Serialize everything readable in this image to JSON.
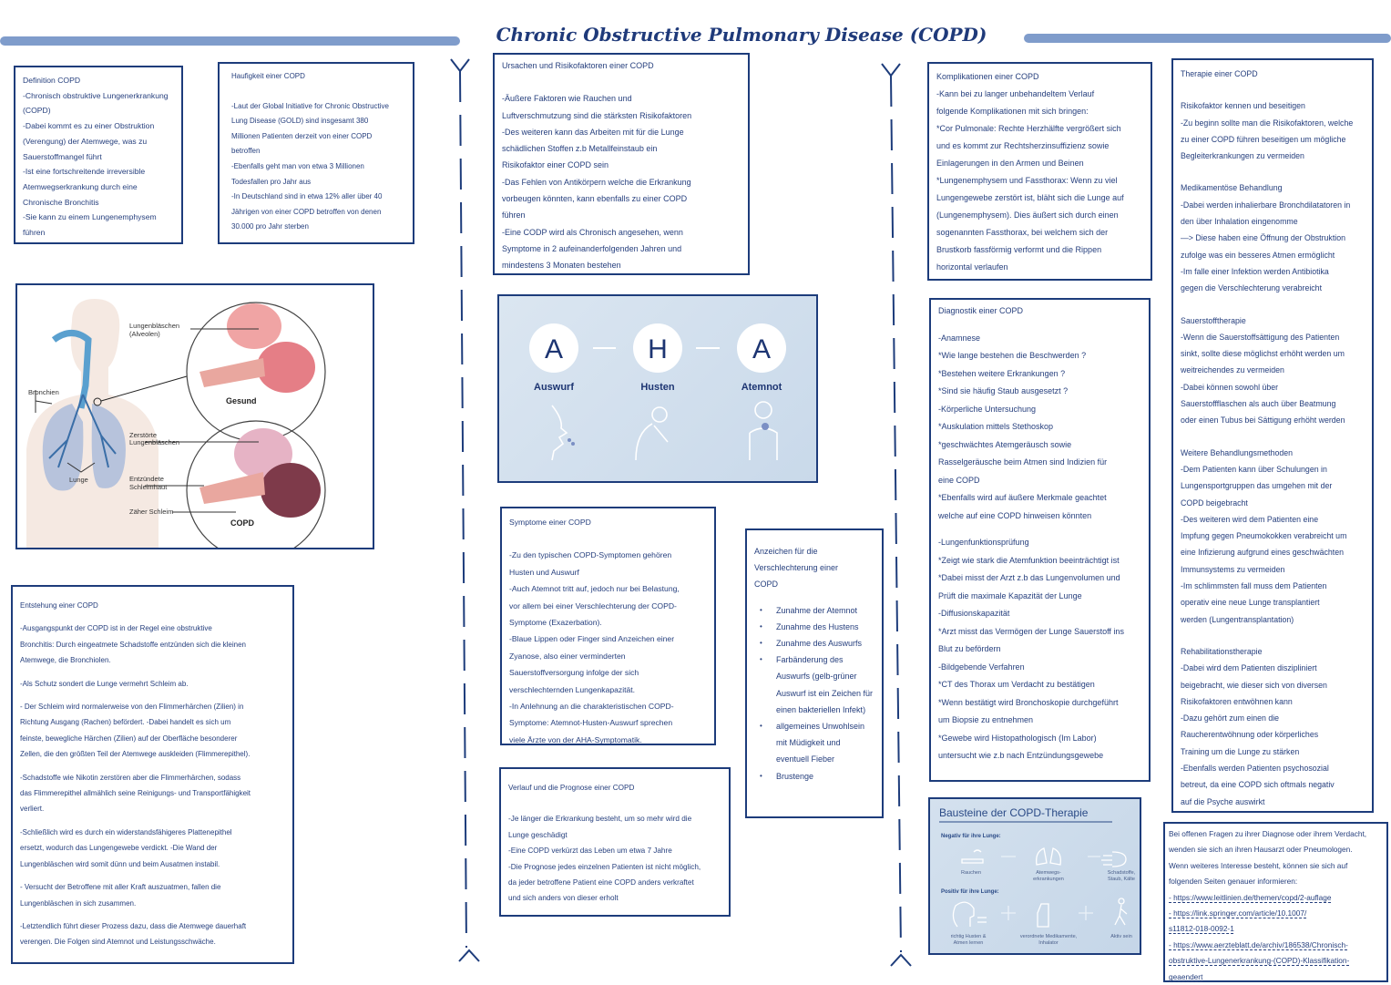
{
  "title": "Chronic Obstructive Pulmonary Disease (COPD)",
  "colors": {
    "accent": "#1d3c7b",
    "text": "#27407e",
    "stripe": "#7f9ccb"
  },
  "boxes": {
    "definition": {
      "paras": [
        [
          "Definition COPD",
          "-Chronisch obstruktive Lungenerkrankung",
          "(COPD)",
          "-Dabei kommt es zu einer Obstruktion",
          "(Verengung) der Atemwege, was zu",
          "Sauerstoffmangel führt",
          "-Ist eine fortschreitende irreversible",
          "Atemwegserkrankung durch eine",
          "Chronische Bronchitis",
          "-Sie kann zu einem Lungenemphysem",
          "führen"
        ]
      ]
    },
    "haeufigkeit": {
      "paras": [
        [
          "Haufigkeit einer COPD"
        ],
        [
          "-Laut der Global Initiative for Chronic Obstructive",
          "Lung Disease (GOLD) sind insgesamt 380",
          "Millionen Patienten derzeit von einer COPD",
          "betroffen",
          "-Ebenfalls geht man von etwa 3 Millionen",
          "Todesfallen pro Jahr aus",
          "-In Deutschland sind in etwa 12% aller über 40",
          "Jährigen von einer COPD betroffen von denen",
          "30.000 pro Jahr sterben"
        ]
      ]
    },
    "entstehung": {
      "paras": [
        [
          "Entstehung einer COPD"
        ],
        [
          "-Ausgangspunkt der COPD ist in der Regel eine obstruktive",
          "Bronchitis: Durch eingeatmete Schadstoffe entzünden sich die kleinen",
          "Atemwege, die Bronchiolen."
        ],
        [
          "-Als Schutz sondert die Lunge vermehrt Schleim ab."
        ],
        [
          "- Der Schleim wird normalerweise von den Flimmerhärchen (Zilien) in",
          "Richtung Ausgang (Rachen) befördert. -Dabei handelt es sich um",
          "feinste, bewegliche Härchen (Zilien) auf der Oberfläche besonderer",
          "Zellen, die den größten Teil der Atemwege auskleiden (Flimmerepithel)."
        ],
        [
          "-Schadstoffe wie Nikotin zerstören aber die Flimmerhärchen, sodass",
          "das Flimmerepithel allmählich seine Reinigungs- und Transportfähigkeit",
          "verliert."
        ],
        [
          "-Schließlich wird es durch ein widerstandsfähigeres Plattenepithel",
          "ersetzt, wodurch das Lungengewebe verdickt. -Die Wand der",
          "Lungenbläschen wird somit dünn und beim Ausatmen instabil."
        ],
        [
          "- Versucht der Betroffene mit aller Kraft auszuatmen, fallen die",
          "Lungenbläschen in sich zusammen."
        ],
        [
          "-Letztendlich führt dieser Prozess dazu, dass die Atemwege dauerhaft",
          "verengen. Die Folgen sind Atemnot und Leistungsschwäche."
        ]
      ]
    },
    "ursachen": {
      "paras": [
        [
          "Ursachen und Risikofaktoren einer COPD"
        ],
        [
          "-Äußere Faktoren wie Rauchen und",
          "Luftverschmutzung sind die stärksten Risikofaktoren",
          "-Des weiteren kann das Arbeiten mit für die Lunge",
          "schädlichen Stoffen z.b Metallfeinstaub ein",
          "Risikofaktor einer COPD sein",
          "-Das Fehlen von Antikörpern welche die Erkrankung",
          "vorbeugen könnten, kann ebenfalls zu einer COPD",
          "führen",
          "-Eine CODP wird als Chronisch angesehen, wenn",
          "Symptome in 2 aufeinanderfolgenden Jahren und",
          "mindestens 3 Monaten bestehen"
        ]
      ]
    },
    "symptome": {
      "paras": [
        [
          "Symptome einer COPD"
        ],
        [
          "-Zu den typischen COPD-Symptomen gehören",
          "Husten und Auswurf",
          "-Auch Atemnot tritt auf, jedoch nur bei Belastung,",
          "vor allem bei einer Verschlechterung der COPD-",
          "Symptome (Exazerbation).",
          "-Blaue Lippen oder Finger sind Anzeichen einer",
          "Zyanose, also einer verminderten",
          "Sauerstoffversorgung infolge der sich",
          "verschlechternden Lungenkapazität.",
          "-In Anlehnung an die charakteristischen COPD-",
          "Symptome: Atemnot-Husten-Auswurf sprechen",
          "viele Ärzte von der AHA-Symptomatik."
        ]
      ]
    },
    "verlauf": {
      "paras": [
        [
          "Verlauf und die Prognose einer COPD"
        ],
        [
          "-Je länger die Erkrankung besteht, um so mehr wird die",
          "Lunge geschädigt",
          "-Eine COPD verkürzt das Leben um etwa 7 Jahre",
          "-Die Prognose jedes einzelnen Patienten ist nicht möglich,",
          "da jeder betroffene Patient eine COPD anders verkraftet",
          "und sich anders von dieser erholt"
        ]
      ]
    },
    "anzeichen": {
      "paras": [
        [
          "Anzeichen für die",
          "Verschlechterung einer",
          "COPD"
        ]
      ],
      "bullets": [
        "Zunahme der Atemnot",
        "Zunahme des Hustens",
        "Zunahme des Auswurfs",
        "Farbänderung des Auswurfs (gelb-grüner Auswurf ist ein Zeichen für einen bakteriellen Infekt)",
        "allgemeines Unwohlsein mit Müdigkeit und eventuell Fieber",
        "Brustenge"
      ]
    },
    "komplikationen": {
      "paras": [
        [
          "Komplikationen einer COPD",
          "-Kann bei zu langer unbehandeltem Verlauf",
          "folgende Komplikationen mit sich bringen:",
          "*Cor Pulmonale: Rechte Herzhälfte vergrößert sich",
          "und es kommt zur Rechtsherzinsuffizienz sowie",
          "Einlagerungen in den Armen und Beinen",
          "*Lungenemphysem und Fassthorax: Wenn zu viel",
          "Lungengewebe zerstört ist, bläht sich die Lunge auf",
          "(Lungenemphysem). Dies äußert sich durch einen",
          "sogenannten Fassthorax, bei welchem sich der",
          "Brustkorb fassförmig verformt und die Rippen",
          "horizontal verlaufen"
        ]
      ]
    },
    "diagnostik": {
      "paras": [
        [
          "Diagnostik einer COPD"
        ],
        [
          "-Anamnese",
          "*Wie lange bestehen die Beschwerden ?",
          "*Bestehen weitere Erkrankungen ?",
          "*Sind sie häufig Staub ausgesetzt ?",
          "-Körperliche Untersuchung",
          "*Auskulation mittels Stethoskop",
          "*geschwächtes Atemgeräusch sowie",
          "Rasselgeräusche beim Atmen sind Indizien für",
          "eine COPD",
          "*Ebenfalls wird auf äußere Merkmale geachtet",
          "welche auf eine COPD hinweisen könnten"
        ],
        [
          "-Lungenfunktionsprüfung",
          "*Zeigt wie stark die Atemfunktion beeinträchtigt ist",
          "*Dabei misst der Arzt z.b das Lungenvolumen und",
          "Prüft die maximale Kapazität der Lunge",
          "-Diffusionskapazität",
          "*Arzt misst das Vermögen der Lunge Sauerstoff ins",
          "Blut zu befördern",
          "-Bildgebende Verfahren",
          "*CT des Thorax um Verdacht zu bestätigen",
          "*Wenn bestätigt wird Bronchoskopie durchgeführt",
          "um Biopsie zu entnehmen",
          "*Gewebe wird Histopathologisch (Im Labor)",
          "untersucht wie z.b nach Entzündungsgewebe"
        ]
      ]
    },
    "therapie": {
      "paras": [
        [
          "Therapie einer COPD"
        ],
        [
          "Risikofaktor kennen und beseitigen",
          "-Zu beginn sollte man die Risikofaktoren, welche",
          "zu einer COPD führen beseitigen um mögliche",
          "Begleiterkrankungen zu vermeiden"
        ],
        [
          "Medikamentöse Behandlung",
          "-Dabei werden inhalierbare Bronchdilatatoren in",
          "den über Inhalation eingenomme",
          "—> Diese haben eine Öffnung der Obstruktion",
          "zufolge was ein besseres Atmen ermöglicht",
          "-Im falle einer Infektion werden Antibiotika",
          "gegen die Verschlechterung verabreicht"
        ],
        [
          "Sauerstofftherapie",
          "-Wenn die Sauerstoffsättigung des Patienten",
          "sinkt, sollte diese möglichst erhöht werden um",
          "weitreichendes zu vermeiden",
          "-Dabei können sowohl über",
          "Sauerstoffflaschen als auch über Beatmung",
          "oder einen Tubus bei Sättigung erhöht werden"
        ],
        [
          "Weitere Behandlungsmethoden",
          "-Dem Patienten kann über Schulungen in",
          "Lungensportgruppen das umgehen mit der",
          "COPD beigebracht",
          "-Des weiteren wird dem Patienten eine",
          "Impfung gegen Pneumokokken verabreicht um",
          "eine Infizierung aufgrund eines geschwächten",
          "Immunsystems zu vermeiden",
          "-Im schlimmsten fall muss dem Patienten",
          "operativ eine neue Lunge transplantiert",
          "werden (Lungentransplantation)"
        ],
        [
          "Rehabilitationstherapie",
          "-Dabei wird dem Patienten diszipliniert",
          "beigebracht, wie dieser sich von diversen",
          "Risikofaktoren entwöhnen kann",
          "-Dazu gehört zum einen die",
          "Raucherentwöhnung oder körperliches",
          "Training um die Lunge zu stärken",
          "-Ebenfalls werden Patienten psychosozial",
          "betreut, da eine COPD sich oftmals negativ",
          "auf die Psyche auswirkt"
        ]
      ]
    },
    "fragen": {
      "paras": [
        [
          "Bei offenen Fragen zu ihrer Diagnose oder ihrem Verdacht,",
          "wenden sie sich an ihren Hausarzt oder Pneumologen.",
          "Wenn weiteres Interesse besteht, können sie sich auf",
          "folgenden Seiten genauer informieren:"
        ]
      ],
      "links": [
        [
          "- https://www.leitlinien.de/themen/copd/2-auflage"
        ],
        [
          "- https://link.springer.com/article/10.1007/",
          "s11812-018-0092-1"
        ],
        [
          "- https://www.aerzteblatt.de/archiv/186538/Chronisch-",
          "obstruktive-Lungenerkrankung-(COPD)-Klassifikation-",
          "geaendert"
        ]
      ]
    }
  },
  "diagram": {
    "alveolen": "Lungenbläschen",
    "alveolen2": "(Alveolen)",
    "bronchien": "Bronchien",
    "lunge": "Lunge",
    "gesund": "Gesund",
    "zerstoert1": "Zerstörte",
    "zerstoert2": "Lungenbläschen",
    "entz1": "Entzündete",
    "entz2": "Schleimhaut",
    "schleim": "Zäher Schleim",
    "copd": "COPD"
  },
  "aha": {
    "items": [
      {
        "letter": "A",
        "label": "Auswurf"
      },
      {
        "letter": "H",
        "label": "Husten"
      },
      {
        "letter": "A",
        "label": "Atemnot"
      }
    ]
  },
  "bausteine": {
    "title": "Bausteine der COPD-Therapie",
    "negativ": "Negativ für ihre Lunge:",
    "positiv": "Positiv für ihre Lunge:",
    "neg_items": [
      [
        "Rauchen"
      ],
      [
        "Atemwegs-",
        "erkrankungen"
      ],
      [
        "Schadstoffe,",
        "Staub, Kälte"
      ]
    ],
    "pos_items": [
      [
        "richtig Husten &",
        "Atmen lernen"
      ],
      [
        "verordnete Medikamente,",
        "Inhalator"
      ],
      [
        "Aktiv sein"
      ]
    ]
  }
}
